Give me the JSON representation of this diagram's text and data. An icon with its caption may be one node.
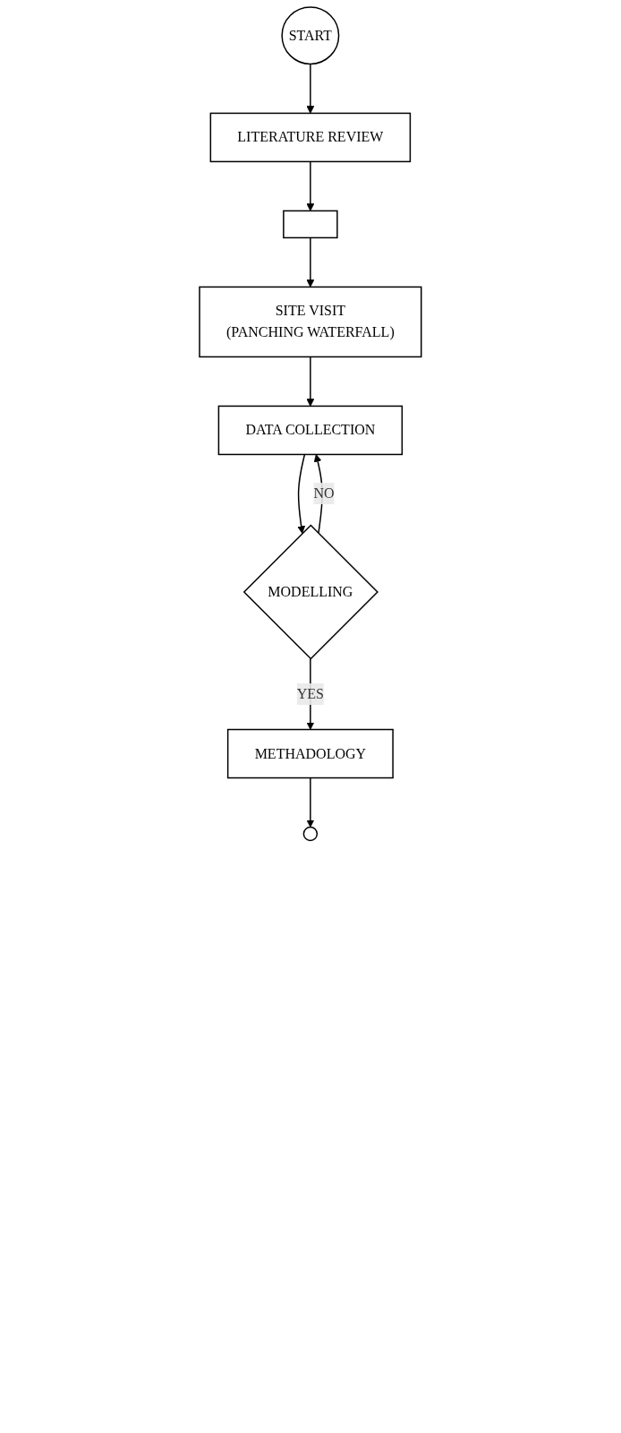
{
  "diagram": {
    "nodes": [
      {
        "text": [
          "START"
        ]
      },
      {
        "text": [
          "LITERATURE REVIEW"
        ]
      },
      {
        "text": [],
        "shape": "box"
      },
      {
        "text": [
          "SITE VISIT",
          "(PANCHING WATERFALL)"
        ]
      },
      {
        "text": [
          "DATA COLLECTION"
        ]
      },
      {
        "text": [
          "MODELLING"
        ]
      },
      {
        "text": [
          "METHADOLOGY"
        ]
      },
      {
        "text": [],
        "shape": "circle"
      }
    ],
    "edges": [
      {
        "from": 0,
        "to": 1,
        "arrow": "to"
      },
      {
        "from": 1,
        "to": 2,
        "arrow": "to"
      },
      {
        "from": 2,
        "to": 3,
        "arrow": "to"
      },
      {
        "from": 3,
        "to": 4,
        "arrow": "to"
      },
      {
        "from": 4,
        "to": 5,
        "arrow": "to"
      },
      {
        "from": 5,
        "to": 4,
        "label": "NO",
        "arrow": "to"
      },
      {
        "from": 5,
        "to": 6,
        "label": "YES",
        "arrow": "to"
      },
      {
        "from": 6,
        "to": 7,
        "arrow": "to"
      }
    ]
  }
}
